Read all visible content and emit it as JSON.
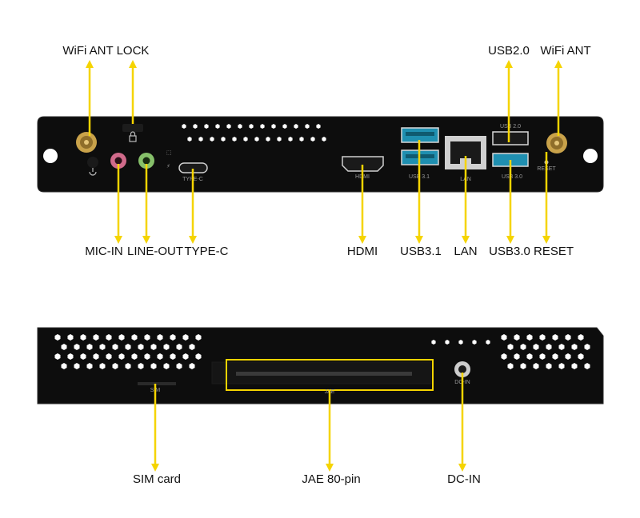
{
  "colors": {
    "arrow": "#f5d400",
    "panel": "#0d0d0d",
    "panel_edge": "#2a2a2a",
    "mic_jack": "#d06a8a",
    "line_jack": "#86c06a",
    "antenna_gold": "#c9a24a",
    "usb31_blue": "#1f8fb0",
    "highlight_box": "#f5d400"
  },
  "top_panel": {
    "callouts_above": [
      "WiFi ANT",
      "LOCK",
      "USB2.0",
      "WiFi ANT"
    ],
    "callouts_below": [
      "MIC-IN",
      "LINE-OUT",
      "TYPE-C",
      "HDMI",
      "USB3.1",
      "LAN",
      "USB3.0",
      "RESET"
    ],
    "silkscreen": {
      "type_c": "TYPE-C",
      "hdmi": "HDMI",
      "usb31": "USB 3.1",
      "usb20": "USB 2.0",
      "usb30": "USB 3.0",
      "lan": "LAN",
      "reset": "RESET"
    },
    "icons": [
      "wifi-antenna-icon",
      "lock-icon",
      "power-icon",
      "mic-jack-icon",
      "line-out-jack-icon",
      "usb-c-icon",
      "hdmi-icon",
      "usb-icon",
      "rj45-icon",
      "reset-icon"
    ]
  },
  "bottom_panel": {
    "callouts_below": [
      "SIM card",
      "JAE 80-pin",
      "DC-IN"
    ],
    "silkscreen": {
      "sim": "SIM",
      "jae": "JAE",
      "dc_in": "DC-IN"
    }
  }
}
